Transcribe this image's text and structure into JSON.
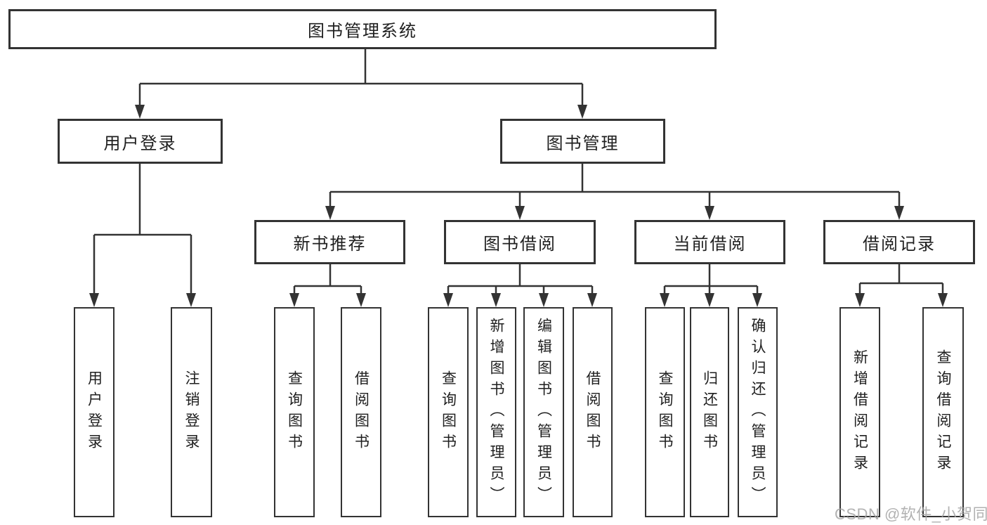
{
  "diagram_title": "图书管理系统",
  "nodes": {
    "root": "图书管理系统",
    "user_login": "用户登录",
    "book_mgmt": "图书管理",
    "new_rec": "新书推荐",
    "book_borrow": "图书借阅",
    "cur_borrow": "当前借阅",
    "borrow_rec": "借阅记录",
    "leaf_user_login": "用户登录",
    "leaf_logout": "注销登录",
    "leaf_query_a": "查询图书",
    "leaf_borrow_a": "借阅图书",
    "leaf_query_b": "查询图书",
    "leaf_add_book": "新增图书（管理员）",
    "leaf_edit_book": "编辑图书（管理员）",
    "leaf_borrow_b": "借阅图书",
    "leaf_query_c": "查询图书",
    "leaf_return": "归还图书",
    "leaf_confirm": "确认归还（管理员）",
    "leaf_add_rec": "新增借阅记录",
    "leaf_query_rec": "查询借阅记录"
  },
  "edges": [
    {
      "from": "root",
      "to": "user_login"
    },
    {
      "from": "root",
      "to": "book_mgmt"
    },
    {
      "from": "user_login",
      "to": "leaf_user_login"
    },
    {
      "from": "user_login",
      "to": "leaf_logout"
    },
    {
      "from": "book_mgmt",
      "to": "new_rec"
    },
    {
      "from": "book_mgmt",
      "to": "book_borrow"
    },
    {
      "from": "book_mgmt",
      "to": "cur_borrow"
    },
    {
      "from": "book_mgmt",
      "to": "borrow_rec"
    },
    {
      "from": "new_rec",
      "to": "leaf_query_a"
    },
    {
      "from": "new_rec",
      "to": "leaf_borrow_a"
    },
    {
      "from": "book_borrow",
      "to": "leaf_query_b"
    },
    {
      "from": "book_borrow",
      "to": "leaf_add_book"
    },
    {
      "from": "book_borrow",
      "to": "leaf_edit_book"
    },
    {
      "from": "book_borrow",
      "to": "leaf_borrow_b"
    },
    {
      "from": "cur_borrow",
      "to": "leaf_query_c"
    },
    {
      "from": "cur_borrow",
      "to": "leaf_return"
    },
    {
      "from": "cur_borrow",
      "to": "leaf_confirm"
    },
    {
      "from": "borrow_rec",
      "to": "leaf_add_rec"
    },
    {
      "from": "borrow_rec",
      "to": "leaf_query_rec"
    }
  ],
  "watermark": "CSDN @软件_小贺同学",
  "colors": {
    "line": "#333333",
    "text": "#1f1f1f",
    "box_background": "#ffffff",
    "watermark": "#a5a5a5"
  }
}
